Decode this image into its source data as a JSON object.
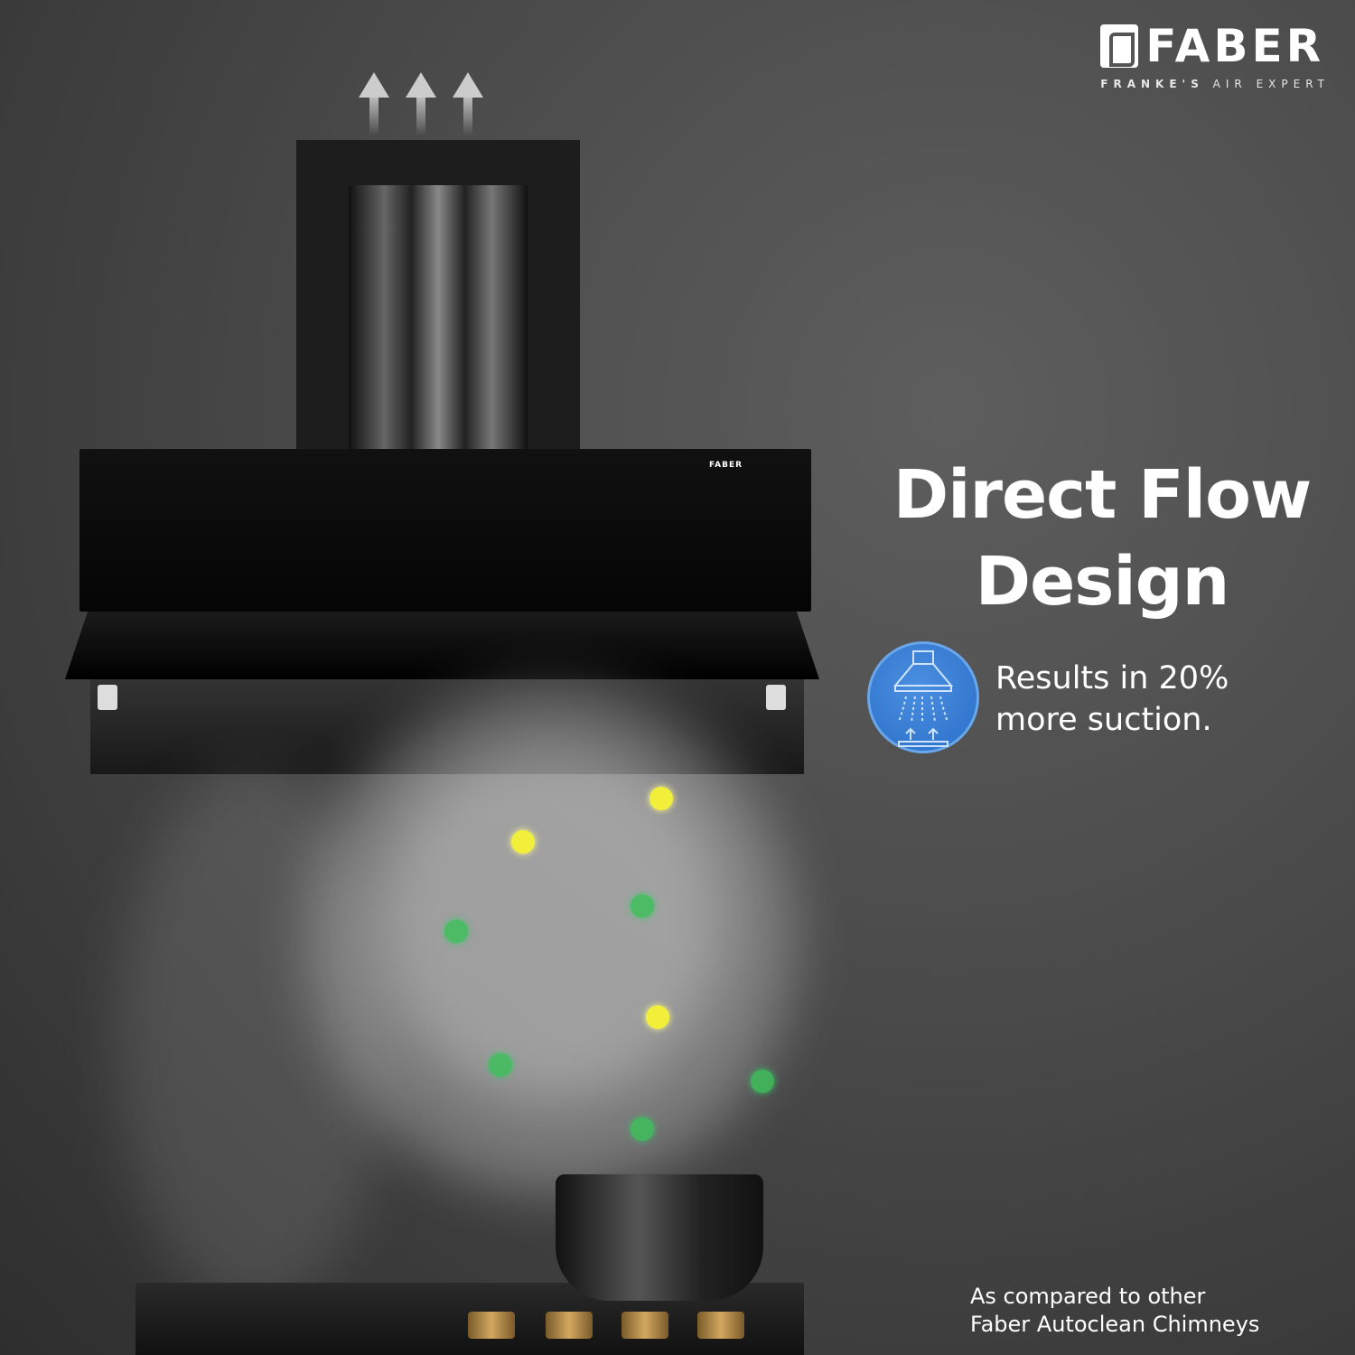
{
  "brand": {
    "name": "FABER",
    "tagline_bold": "FRANKE'S",
    "tagline_rest": "AIR EXPERT",
    "hood_label": "FABER"
  },
  "headline": {
    "line1": "Direct Flow",
    "line2": "Design"
  },
  "feature": {
    "icon": "chimney-suction-icon",
    "line1": "Results in 20%",
    "line2": "more suction."
  },
  "footnote": {
    "line1": "As compared to other",
    "line2": "Faber Autoclean Chimneys"
  },
  "colors": {
    "badge": "#2a6fc8",
    "particle_yellow": "#f2ef3a",
    "particle_green": "#3fbf5b"
  }
}
